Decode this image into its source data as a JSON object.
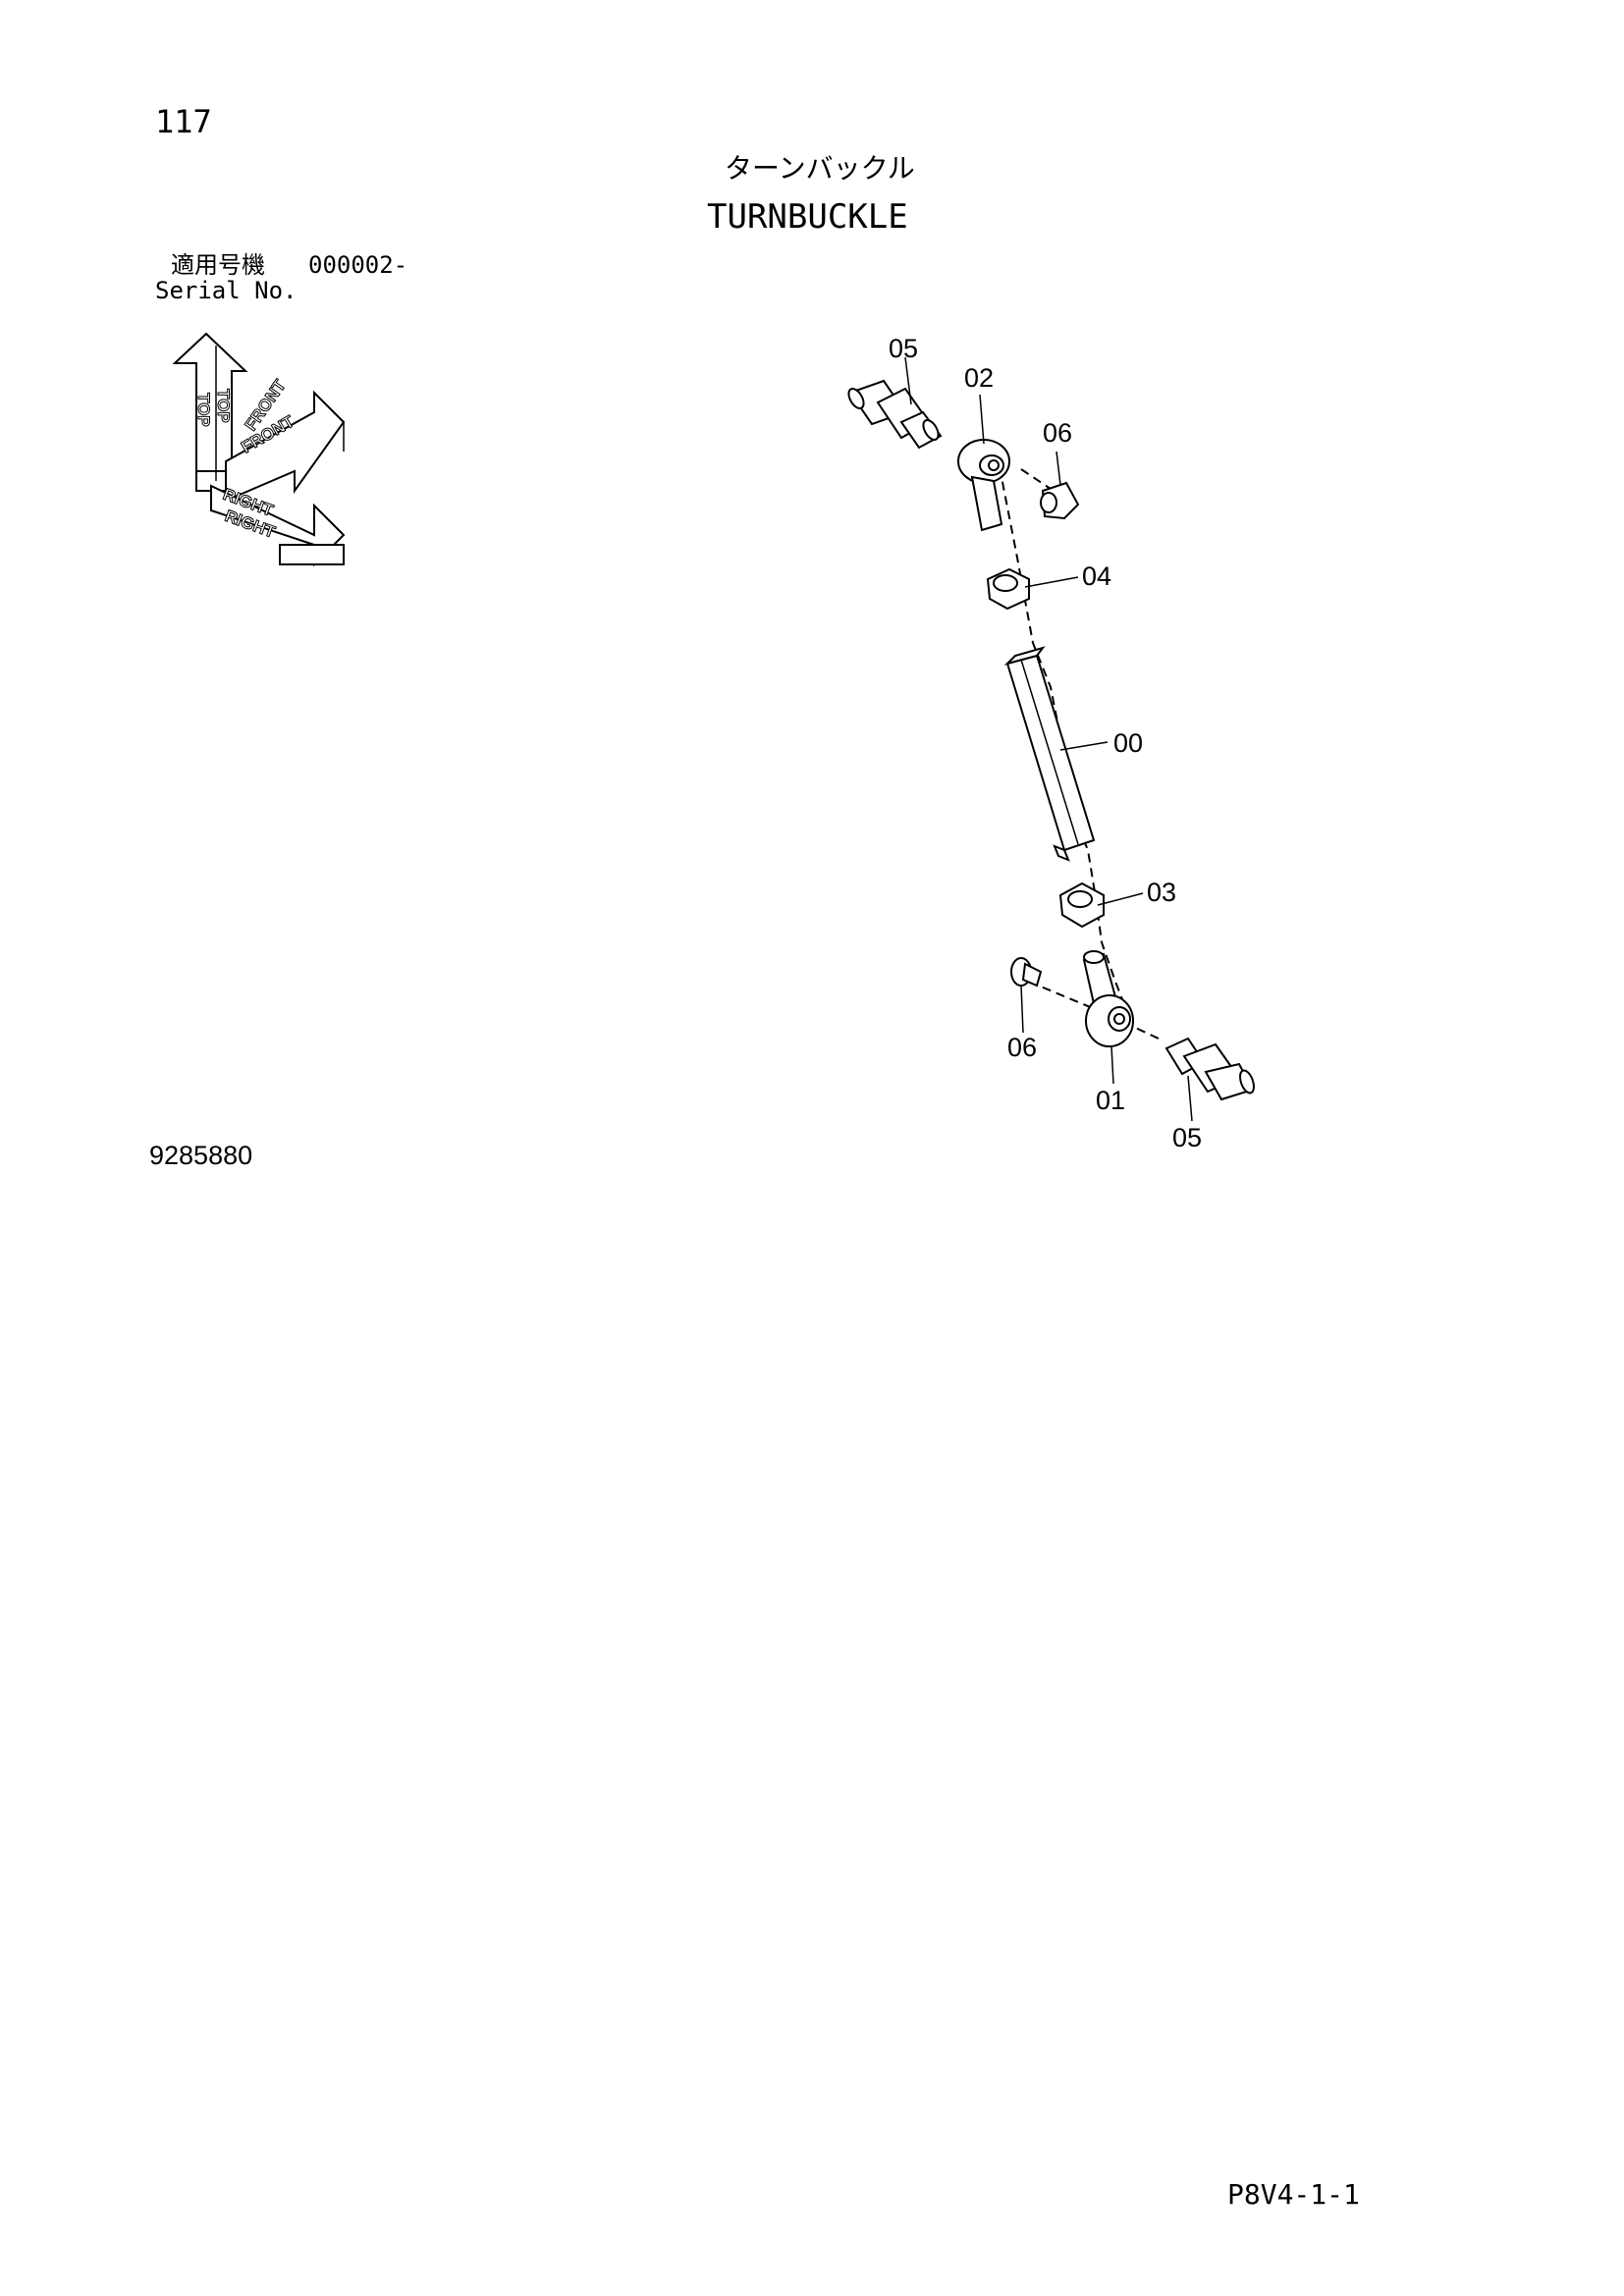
{
  "header": {
    "page_number": "117",
    "title_jp": "ターンバックル",
    "title_en": "TURNBUCKLE",
    "serial_label_jp": "適用号機",
    "serial_value": "000002-",
    "serial_label_en": "Serial No."
  },
  "orientation": {
    "top": "TOP",
    "front": "FRONT",
    "right": "RIGHT"
  },
  "callouts": {
    "c00": "00",
    "c01": "01",
    "c02": "02",
    "c03": "03",
    "c04": "04",
    "c05_top": "05",
    "c05_bottom": "05",
    "c06_top": "06",
    "c06_bottom": "06"
  },
  "footer": {
    "drawing_number": "9285880",
    "page_code": "P8V4-1-1"
  }
}
